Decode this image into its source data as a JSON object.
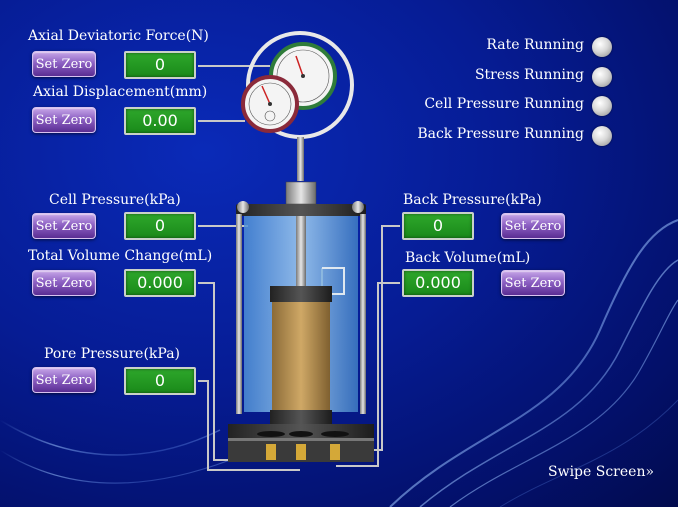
{
  "readings": {
    "axial_force": {
      "label": "Axial Deviatoric Force(N)",
      "button": "Set Zero",
      "value": "0"
    },
    "axial_disp": {
      "label": "Axial Displacement(mm)",
      "button": "Set Zero",
      "value": "0.00"
    },
    "cell_pressure": {
      "label": "Cell Pressure(kPa)",
      "button": "Set Zero",
      "value": "0"
    },
    "total_volume": {
      "label": "Total Volume Change(mL)",
      "button": "Set Zero",
      "value": "0.000"
    },
    "pore_pressure": {
      "label": "Pore Pressure(kPa)",
      "button": "Set Zero",
      "value": "0"
    },
    "back_pressure": {
      "label": "Back Pressure(kPa)",
      "button": "Set Zero",
      "value": "0"
    },
    "back_volume": {
      "label": "Back Volume(mL)",
      "button": "Set Zero",
      "value": "0.000"
    }
  },
  "status": [
    {
      "label": "Rate Running"
    },
    {
      "label": "Stress Running"
    },
    {
      "label": "Cell Pressure Running"
    },
    {
      "label": "Back Pressure Running"
    }
  ],
  "nav": {
    "swipe_label": "Swipe Screen»"
  },
  "colors": {
    "background": "#061c94",
    "value_box": "#1a8a1a",
    "button": "#8e62c4",
    "led_off": "#d8d8d8"
  }
}
